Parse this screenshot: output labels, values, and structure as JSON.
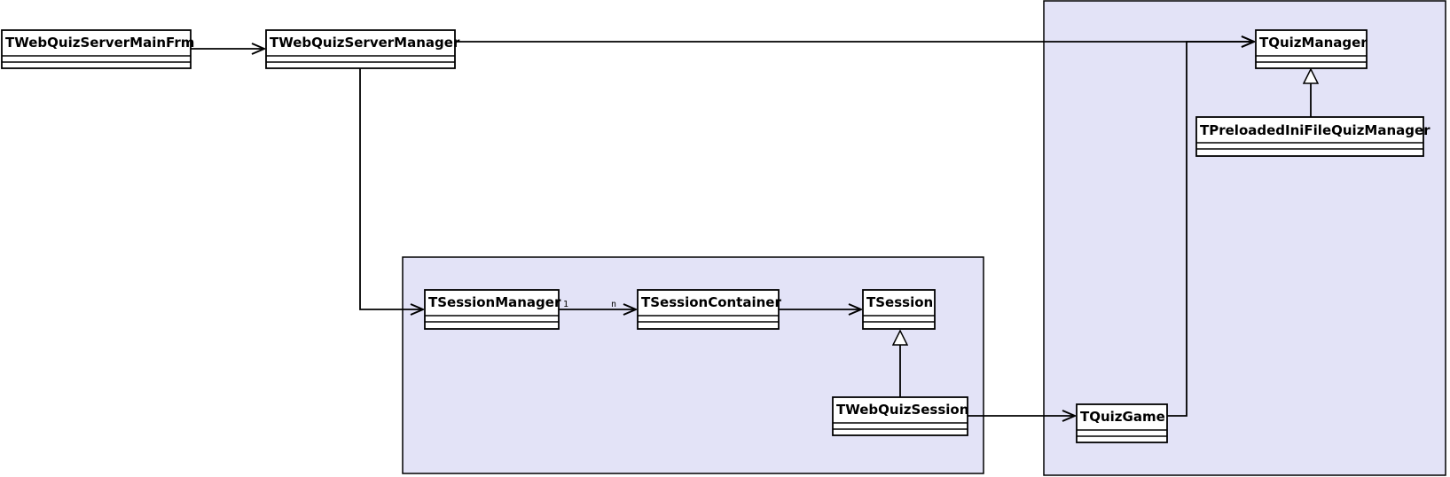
{
  "colors": {
    "package_fill": "#e3e3f7",
    "line": "#000000",
    "class_fill": "#ffffff"
  },
  "classes": {
    "main_frm": "TWebQuizServerMainFrm",
    "server_manager": "TWebQuizServerManager",
    "quiz_manager": "TQuizManager",
    "preloaded_manager": "TPreloadedIniFileQuizManager",
    "session_manager": "TSessionManager",
    "session_container": "TSessionContainer",
    "session": "TSession",
    "web_quiz_session": "TWebQuizSession",
    "quiz_game": "TQuizGame"
  },
  "multiplicity": {
    "session_manager_end": "1",
    "session_container_end": "n"
  }
}
